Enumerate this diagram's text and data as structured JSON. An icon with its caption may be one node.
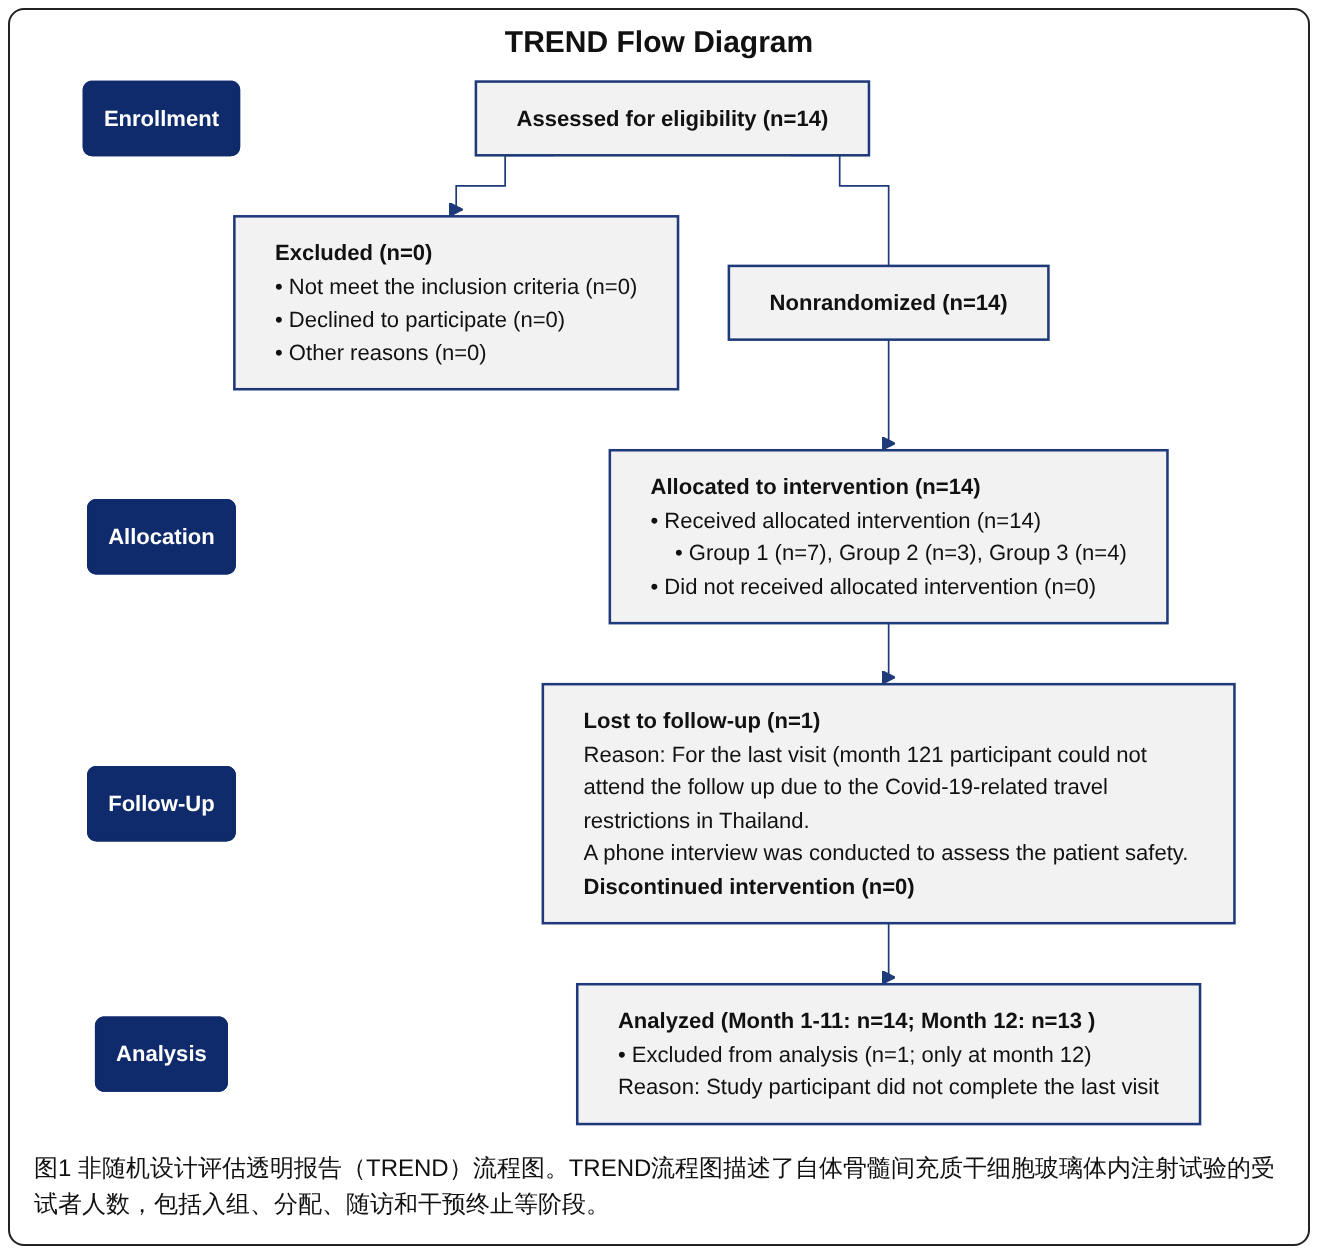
{
  "diagram": {
    "title": "TREND Flow Diagram",
    "caption": "图1 非随机设计评估透明报告（TREND）流程图。TREND流程图描述了自体骨髓间充质干细胞玻璃体内注射试验的受试者人数，包括入组、分配、随访和干预终止等阶段。",
    "nodes": [
      {
        "text": [
          "Enrollment"
        ]
      },
      {
        "text": [
          "Assessed for eligibility (n=14)"
        ]
      },
      {
        "text": [
          "Excluded (n=0)",
          "• Not meet the inclusion criteria (n=0)",
          "• Declined to participate (n=0)",
          "• Other reasons (n=0)"
        ]
      },
      {
        "text": [
          "Nonrandomized (n=14)"
        ]
      },
      {
        "text": [
          "Allocation"
        ]
      },
      {
        "text": [
          "Allocated to intervention (n=14)",
          "• Received allocated intervention (n=14)",
          "• Group 1 (n=7), Group 2 (n=3), Group 3 (n=4)",
          "• Did not received allocated intervention (n=0)"
        ]
      },
      {
        "text": [
          "Follow-Up"
        ]
      },
      {
        "text": [
          "Lost to follow-up (n=1)",
          "Reason: For the last visit (month 121 participant could not attend the follow up due to the Covid-19-related travel restrictions in Thailand.",
          "A phone interview was conducted to assess the patient safety.",
          "Discontinued intervention (n=0)"
        ]
      },
      {
        "text": [
          "Analysis"
        ]
      },
      {
        "text": [
          "Analyzed (Month 1-11: n=14; Month 12: n=13 )",
          "• Excluded from analysis (n=1; only at month 12)",
          "Reason: Study participant did not complete the last visit"
        ]
      }
    ],
    "edges": [
      {
        "from": 1,
        "to": 2,
        "arrow": "to"
      },
      {
        "from": 1,
        "to": 3,
        "arrow": "none"
      },
      {
        "from": 3,
        "to": 5,
        "arrow": "to"
      },
      {
        "from": 5,
        "to": 7,
        "arrow": "to"
      },
      {
        "from": 7,
        "to": 9,
        "arrow": "to"
      }
    ]
  }
}
